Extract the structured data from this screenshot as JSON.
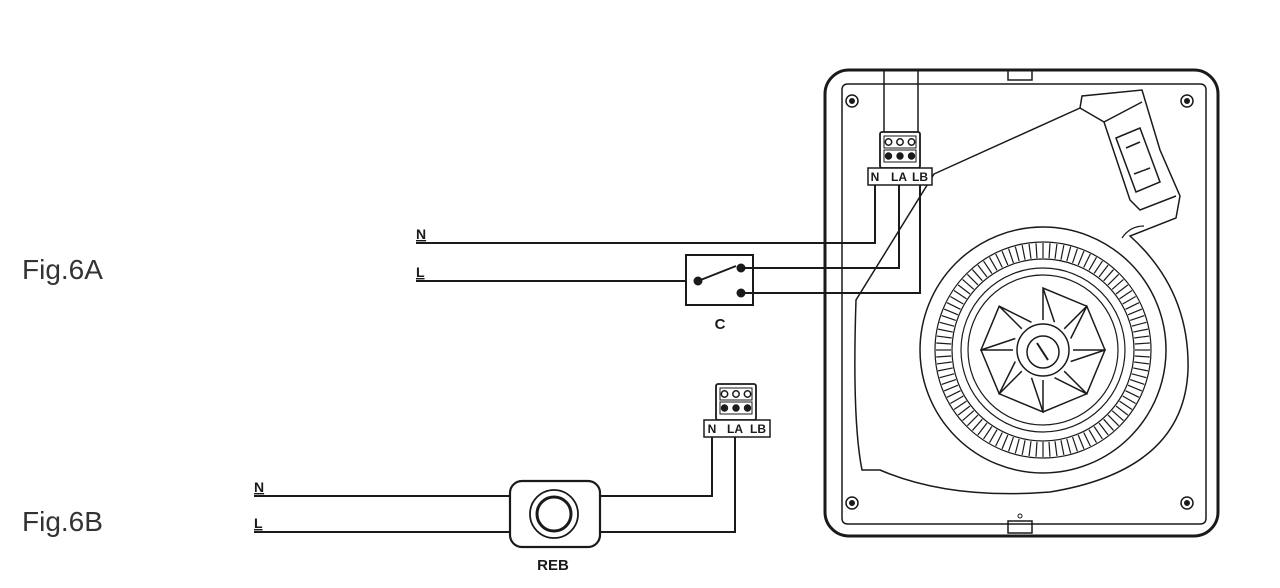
{
  "figures": {
    "a": {
      "label": "Fig.6A"
    },
    "b": {
      "label": "Fig.6B"
    }
  },
  "mains": {
    "neutral": "N",
    "live": "L"
  },
  "terminal_block": {
    "n": "N",
    "la": "LA",
    "lb": "LB"
  },
  "switch_label": "C",
  "reb_label": "REB",
  "colors": {
    "line": "#1a1a1a",
    "text": "#333333",
    "background": "#ffffff"
  }
}
